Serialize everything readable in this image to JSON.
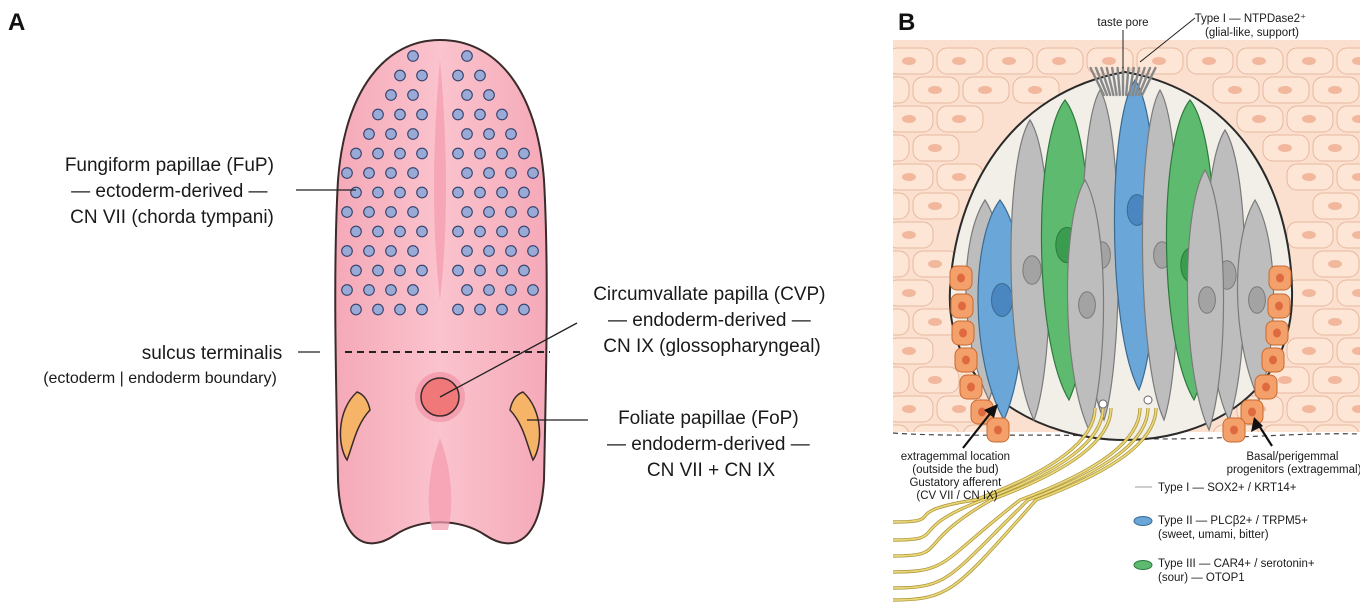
{
  "panel_a": {
    "letter": "A",
    "fup": [
      "Fungiform papillae (FuP)",
      "— ectoderm-derived —",
      "CN VII (chorda tympani)"
    ],
    "sulcus": [
      "sulcus terminalis",
      "(ectoderm | endoderm boundary)"
    ],
    "cvp": [
      "Circumvallate papilla (CVP)",
      "— endoderm-derived —",
      "CN IX (glossopharyngeal)"
    ],
    "fop": [
      "Foliate papillae (FoP)",
      "— endoderm-derived —",
      "CN VII + CN IX"
    ]
  },
  "panel_b": {
    "letter": "B",
    "taste_pore": "taste pore",
    "type1_top": [
      "Type I — NTPDase2⁺",
      "(glial-like, support)"
    ],
    "extragemmal": [
      "extragemmal location",
      "(outside the bud)",
      "Gustatory afferent",
      "(CV VII / CN IX)"
    ],
    "basal": [
      "Basal/perigemmal",
      "progenitors (extragemmal)"
    ],
    "legend": [
      {
        "lines": [
          "Type I      — SOX2+ / KRT14+"
        ],
        "color": "#bdbdbd"
      },
      {
        "lines": [
          "Type II — PLCβ2+ / TRPM5+",
          "(sweet, umami, bitter)"
        ],
        "color": "#6aa6d8"
      },
      {
        "lines": [
          "Type III — CAR4+ / serotonin+",
          "(sour) — OTOP1"
        ],
        "color": "#5dba6e"
      }
    ]
  },
  "colors": {
    "tongue": "#f7b8c4",
    "papilla_dot": "#9aaad6",
    "cvp": "#f07878",
    "foliate": "#f5b467",
    "epithelium": "#fbe0cf",
    "type1": "#bdbdbd",
    "type2": "#6aa6d8",
    "type3": "#5dba6e",
    "progenitor": "#f4a06a",
    "nerve": "#e9d77a"
  }
}
